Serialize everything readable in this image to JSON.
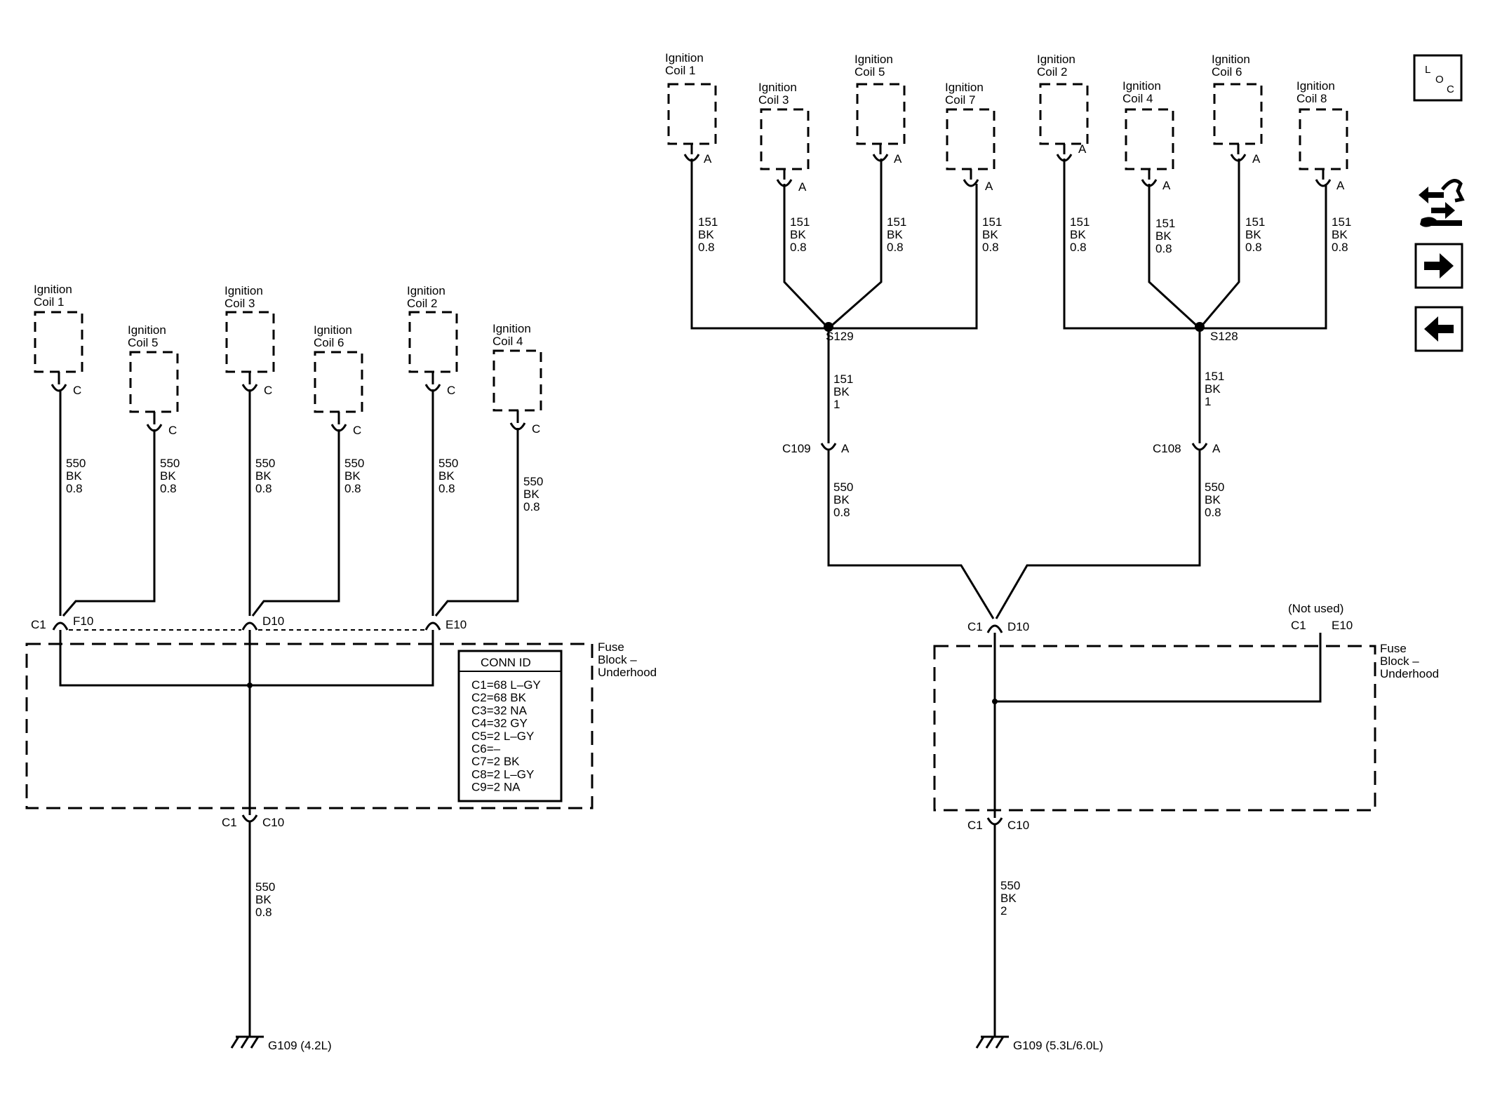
{
  "left": {
    "coils": [
      {
        "l1": "Ignition",
        "l2": "Coil 1",
        "pin": "C",
        "wire": [
          "550",
          "BK",
          "0.8"
        ]
      },
      {
        "l1": "Ignition",
        "l2": "Coil 5",
        "pin": "C",
        "wire": [
          "550",
          "BK",
          "0.8"
        ]
      },
      {
        "l1": "Ignition",
        "l2": "Coil 3",
        "pin": "C",
        "wire": [
          "550",
          "BK",
          "0.8"
        ]
      },
      {
        "l1": "Ignition",
        "l2": "Coil 6",
        "pin": "C",
        "wire": [
          "550",
          "BK",
          "0.8"
        ]
      },
      {
        "l1": "Ignition",
        "l2": "Coil 2",
        "pin": "C",
        "wire": [
          "550",
          "BK",
          "0.8"
        ]
      },
      {
        "l1": "Ignition",
        "l2": "Coil 4",
        "pin": "C",
        "wire": [
          "550",
          "BK",
          "0.8"
        ]
      }
    ],
    "top_connectors": {
      "c1": "C1",
      "pins": [
        "F10",
        "D10",
        "E10"
      ]
    },
    "fuse_block": [
      "Fuse",
      "Block –",
      "Underhood"
    ],
    "conn_id": {
      "title": "CONN ID",
      "rows": [
        "C1=68 L–GY",
        "C2=68 BK",
        "C3=32 NA",
        "C4=32 GY",
        "C5=2 L–GY",
        "C6=–",
        "C7=2 BK",
        "C8=2 L–GY",
        "C9=2 NA"
      ]
    },
    "bottom_connector": {
      "c": "C1",
      "pin": "C10"
    },
    "ground_wire": [
      "550",
      "BK",
      "0.8"
    ],
    "ground": "G109 (4.2L)"
  },
  "right": {
    "coils": [
      {
        "l1": "Ignition",
        "l2": "Coil 1",
        "pin": "A",
        "wire": [
          "151",
          "BK",
          "0.8"
        ]
      },
      {
        "l1": "Ignition",
        "l2": "Coil 3",
        "pin": "A",
        "wire": [
          "151",
          "BK",
          "0.8"
        ]
      },
      {
        "l1": "Ignition",
        "l2": "Coil 5",
        "pin": "A",
        "wire": [
          "151",
          "BK",
          "0.8"
        ]
      },
      {
        "l1": "Ignition",
        "l2": "Coil 7",
        "pin": "A",
        "wire": [
          "151",
          "BK",
          "0.8"
        ]
      },
      {
        "l1": "Ignition",
        "l2": "Coil 2",
        "pin": "A",
        "wire": [
          "151",
          "BK",
          "0.8"
        ]
      },
      {
        "l1": "Ignition",
        "l2": "Coil 4",
        "pin": "A",
        "wire": [
          "151",
          "BK",
          "0.8"
        ]
      },
      {
        "l1": "Ignition",
        "l2": "Coil 6",
        "pin": "A",
        "wire": [
          "151",
          "BK",
          "0.8"
        ]
      },
      {
        "l1": "Ignition",
        "l2": "Coil 8",
        "pin": "A",
        "wire": [
          "151",
          "BK",
          "0.8"
        ]
      }
    ],
    "splices": [
      "S129",
      "S128"
    ],
    "splice_wires": [
      [
        "151",
        "BK",
        "1"
      ],
      [
        "151",
        "BK",
        "1"
      ]
    ],
    "inline_connectors": [
      {
        "name": "C109",
        "pin": "A"
      },
      {
        "name": "C108",
        "pin": "A"
      }
    ],
    "inline_wires": [
      [
        "550",
        "BK",
        "0.8"
      ],
      [
        "550",
        "BK",
        "0.8"
      ]
    ],
    "top_connector": {
      "c1": "C1",
      "pin": "D10"
    },
    "not_used": {
      "note": "(Not used)",
      "c1": "C1",
      "pin": "E10"
    },
    "fuse_block": [
      "Fuse",
      "Block –",
      "Underhood"
    ],
    "bottom_connector": {
      "c": "C1",
      "pin": "C10"
    },
    "ground_wire": [
      "550",
      "BK",
      "2"
    ],
    "ground": "G109 (5.3L/6.0L)"
  },
  "toolbar": {
    "loc_letters": [
      "L",
      "O",
      "C"
    ],
    "icons": [
      "location-icon",
      "swap-arrows-icon",
      "next-arrow-icon",
      "previous-arrow-icon"
    ]
  }
}
